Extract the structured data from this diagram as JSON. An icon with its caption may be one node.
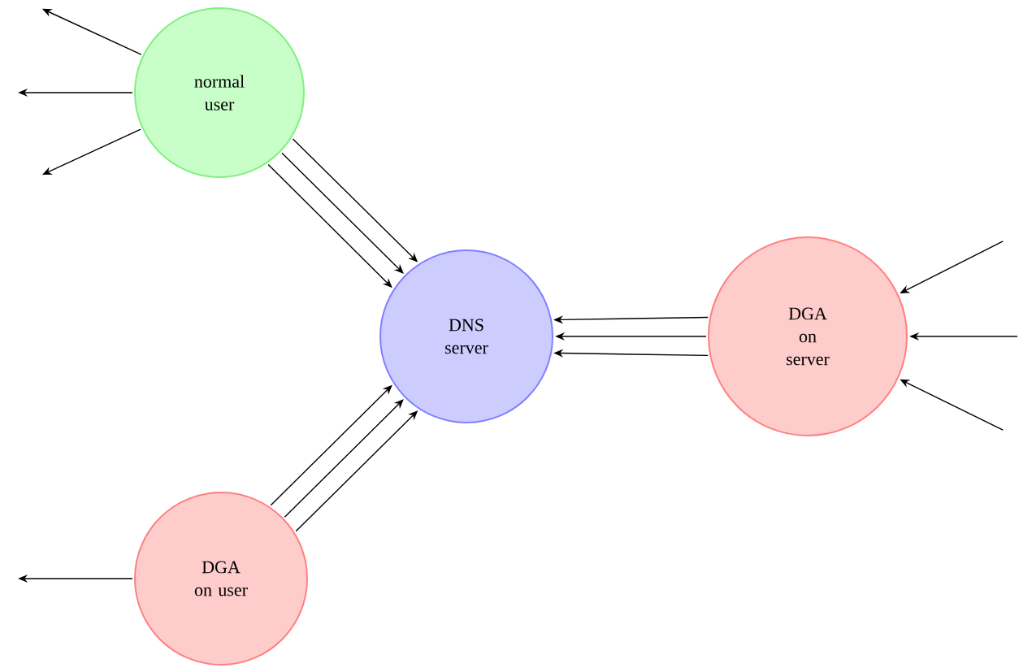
{
  "diagram": {
    "nodes": [
      {
        "text": [
          "normal user"
        ]
      },
      {
        "text": [
          "DNS server"
        ]
      },
      {
        "text": [
          "DGA on server"
        ]
      },
      {
        "text": [
          "DGA on user"
        ]
      }
    ],
    "edges": [
      {
        "from": 0,
        "to": null,
        "arrow": "to"
      },
      {
        "from": 0,
        "to": null,
        "arrow": "to"
      },
      {
        "from": 0,
        "to": null,
        "arrow": "to"
      },
      {
        "from": 0,
        "to": 1,
        "arrow": "to"
      },
      {
        "from": 0,
        "to": 1,
        "arrow": "to"
      },
      {
        "from": 0,
        "to": 1,
        "arrow": "to"
      },
      {
        "from": 2,
        "to": 1,
        "arrow": "to"
      },
      {
        "from": 2,
        "to": 1,
        "arrow": "to"
      },
      {
        "from": 2,
        "to": 1,
        "arrow": "to"
      },
      {
        "from": null,
        "to": 2,
        "arrow": "to"
      },
      {
        "from": null,
        "to": 2,
        "arrow": "to"
      },
      {
        "from": null,
        "to": 2,
        "arrow": "to"
      },
      {
        "from": 3,
        "to": 1,
        "arrow": "to"
      },
      {
        "from": 3,
        "to": 1,
        "arrow": "to"
      },
      {
        "from": 3,
        "to": 1,
        "arrow": "to"
      },
      {
        "from": 3,
        "to": null,
        "arrow": "to"
      }
    ]
  }
}
